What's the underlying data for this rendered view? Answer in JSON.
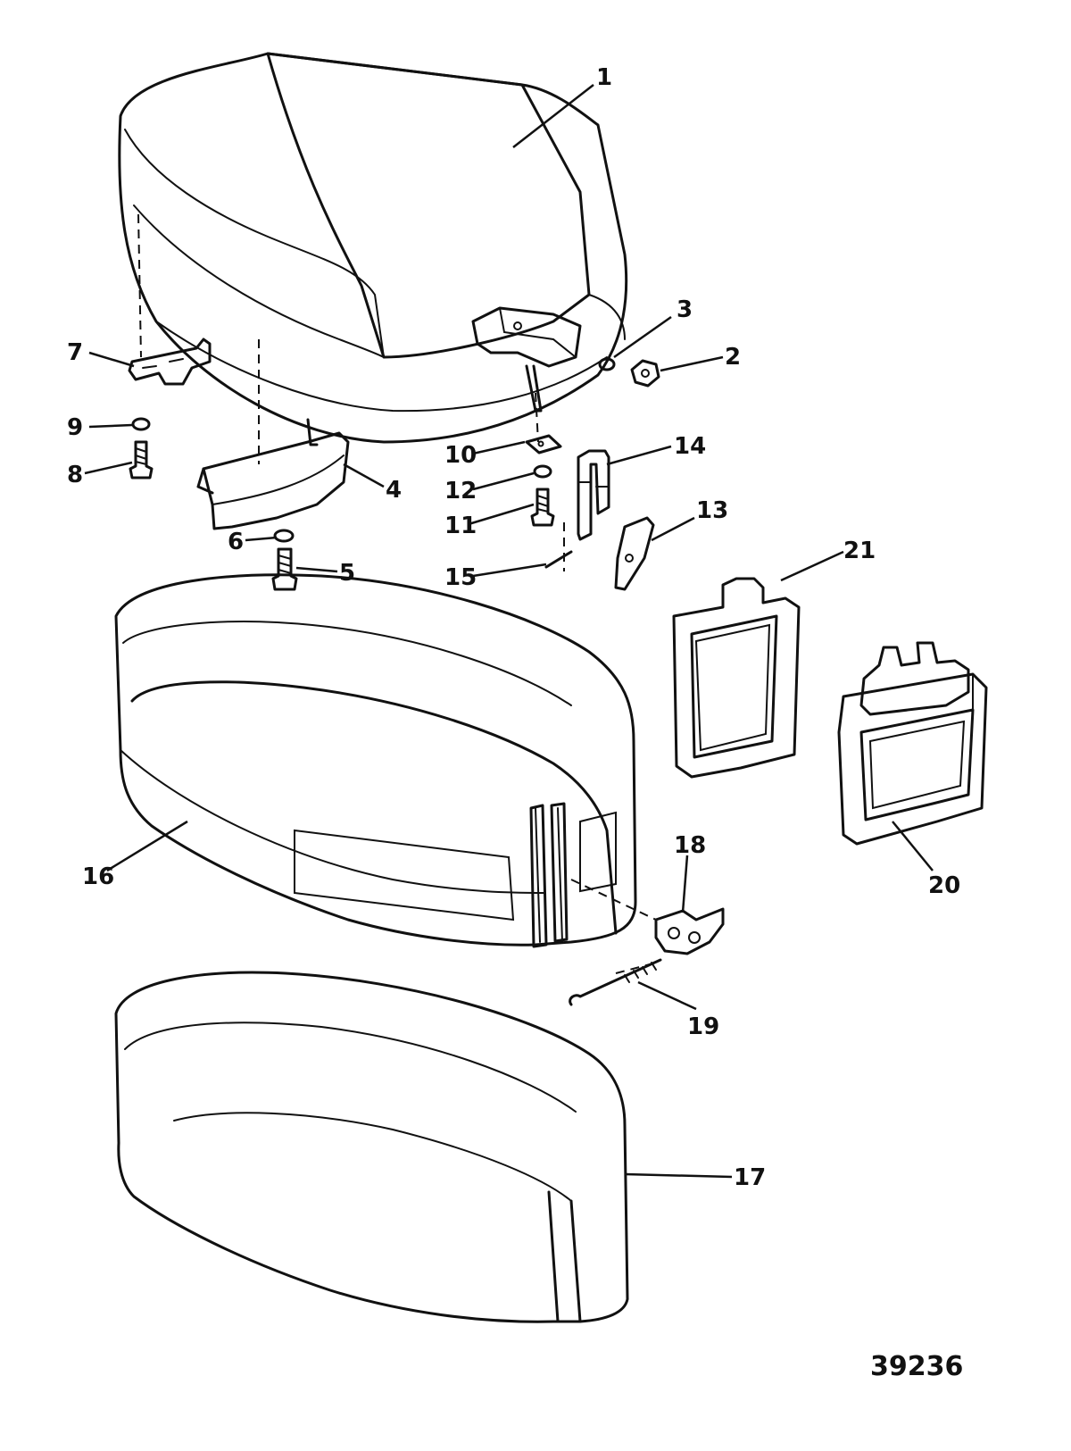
{
  "figure_number": "39236",
  "callouts": [
    {
      "id": "1",
      "label": "1"
    },
    {
      "id": "2",
      "label": "2"
    },
    {
      "id": "3",
      "label": "3"
    },
    {
      "id": "4",
      "label": "4"
    },
    {
      "id": "5",
      "label": "5"
    },
    {
      "id": "6",
      "label": "6"
    },
    {
      "id": "7",
      "label": "7"
    },
    {
      "id": "8",
      "label": "8"
    },
    {
      "id": "9",
      "label": "9"
    },
    {
      "id": "10",
      "label": "10"
    },
    {
      "id": "11",
      "label": "11"
    },
    {
      "id": "12",
      "label": "12"
    },
    {
      "id": "13",
      "label": "13"
    },
    {
      "id": "14",
      "label": "14"
    },
    {
      "id": "15",
      "label": "15"
    },
    {
      "id": "16",
      "label": "16"
    },
    {
      "id": "17",
      "label": "17"
    },
    {
      "id": "18",
      "label": "18"
    },
    {
      "id": "19",
      "label": "19"
    },
    {
      "id": "20",
      "label": "20"
    },
    {
      "id": "21",
      "label": "21"
    }
  ]
}
